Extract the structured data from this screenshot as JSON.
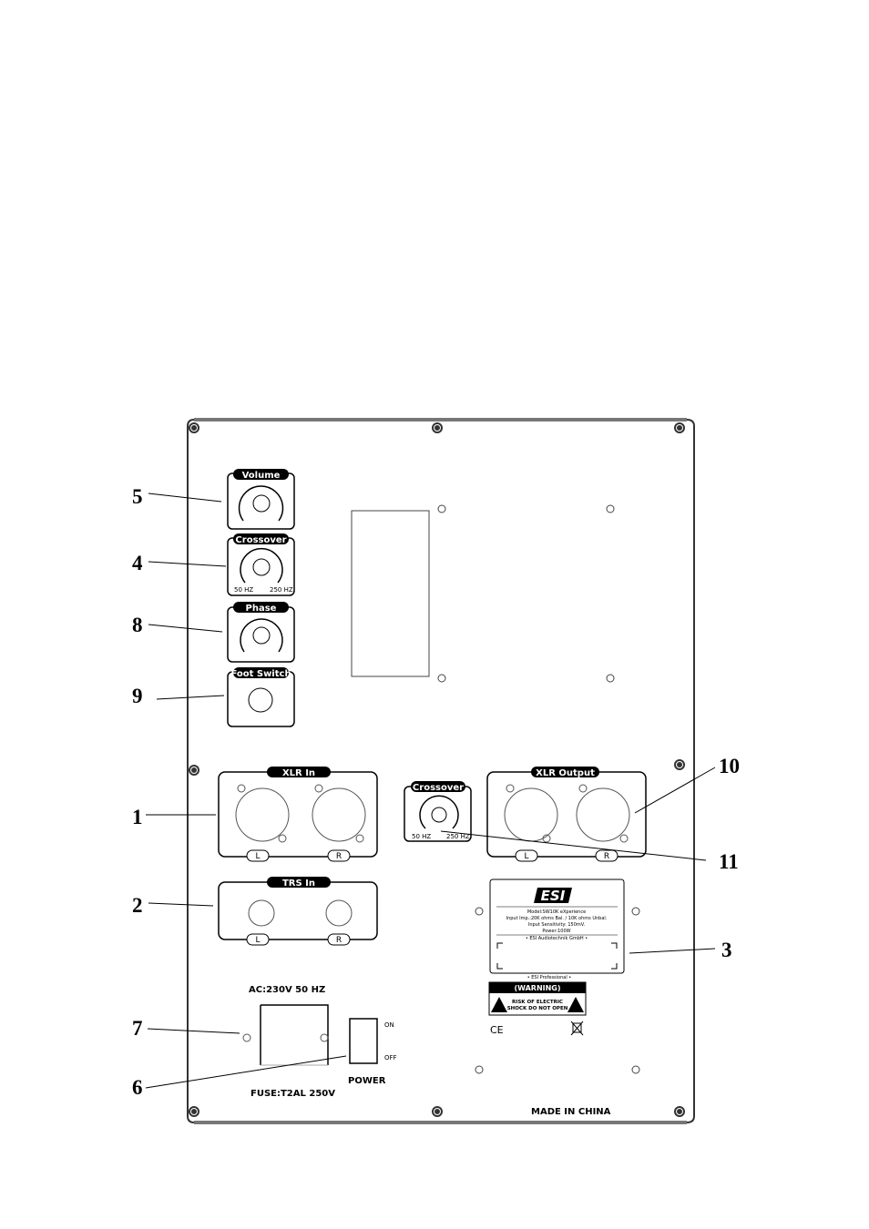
{
  "labels": {
    "volume": "Volume",
    "crossover": "Crossover",
    "phase": "Phase",
    "foot_switch": "Foot Switch",
    "xlr_in": "XLR In",
    "trs_in": "TRS In",
    "xlr_output": "XLR Output",
    "crossover2": "Crossover",
    "hz_low": "50 HZ",
    "hz_high": "250 HZ",
    "left": "L",
    "right": "R",
    "ac": "AC:230V 50 HZ",
    "fuse": "FUSE:T2AL 250V",
    "on": "ON",
    "off": "OFF",
    "power": "POWER",
    "made_in": "MADE IN CHINA",
    "warning": "(WARNING)",
    "risk_1": "RISK OF ELECTRIC",
    "risk_2": "SHOCK DO NOT OPEN",
    "ce": "CE"
  },
  "callouts": {
    "n1": "1",
    "n2": "2",
    "n3": "3",
    "n4": "4",
    "n5": "5",
    "n6": "6",
    "n7": "7",
    "n8": "8",
    "n9": "9",
    "n10": "10",
    "n11": "11"
  },
  "nameplate": {
    "logo": "ESI",
    "line1": "Model:SW10K eXperience",
    "line2": "Input Imp.:20K ohms Bal. / 10K ohms Unbal.",
    "line3": "Input Sensitivity: 150mV.",
    "line4": "Power:100W",
    "line5": "• ESI Audiotechnik GmbH •",
    "footer": "• ESI Professional •"
  },
  "colors": {
    "ink": "#000000",
    "panel": "#ffffff",
    "frame": "#333333"
  }
}
